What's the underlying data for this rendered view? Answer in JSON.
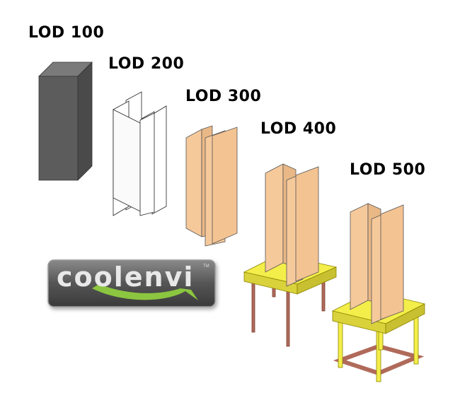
{
  "labels": [
    "LOD 100",
    "LOD 200",
    "LOD 300",
    "LOD 400",
    "LOD 500"
  ],
  "logo": {
    "text": "coolenvi",
    "tm": "TM"
  },
  "colors": {
    "gray": "#5a5a5a",
    "white": "#ffffff",
    "peach": "#f6c99b",
    "yellow": "#f4ee4a",
    "rod": "#b06a5a",
    "logo_green": "#8cc63f"
  }
}
